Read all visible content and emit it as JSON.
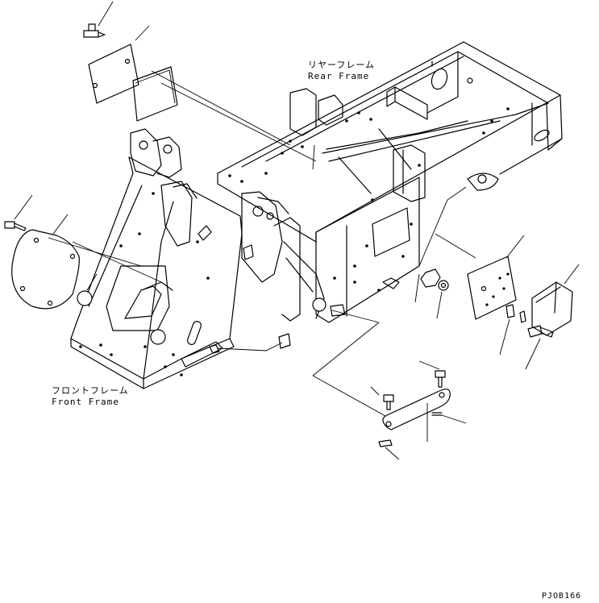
{
  "labels": {
    "rear_frame_jp": "リヤーフレーム",
    "rear_frame_en": "Rear Frame",
    "front_frame_jp": "フロントフレーム",
    "front_frame_en": "Front Frame",
    "drawing_code": "PJOB166"
  },
  "colors": {
    "ink": "#000000",
    "paper": "#ffffff"
  }
}
